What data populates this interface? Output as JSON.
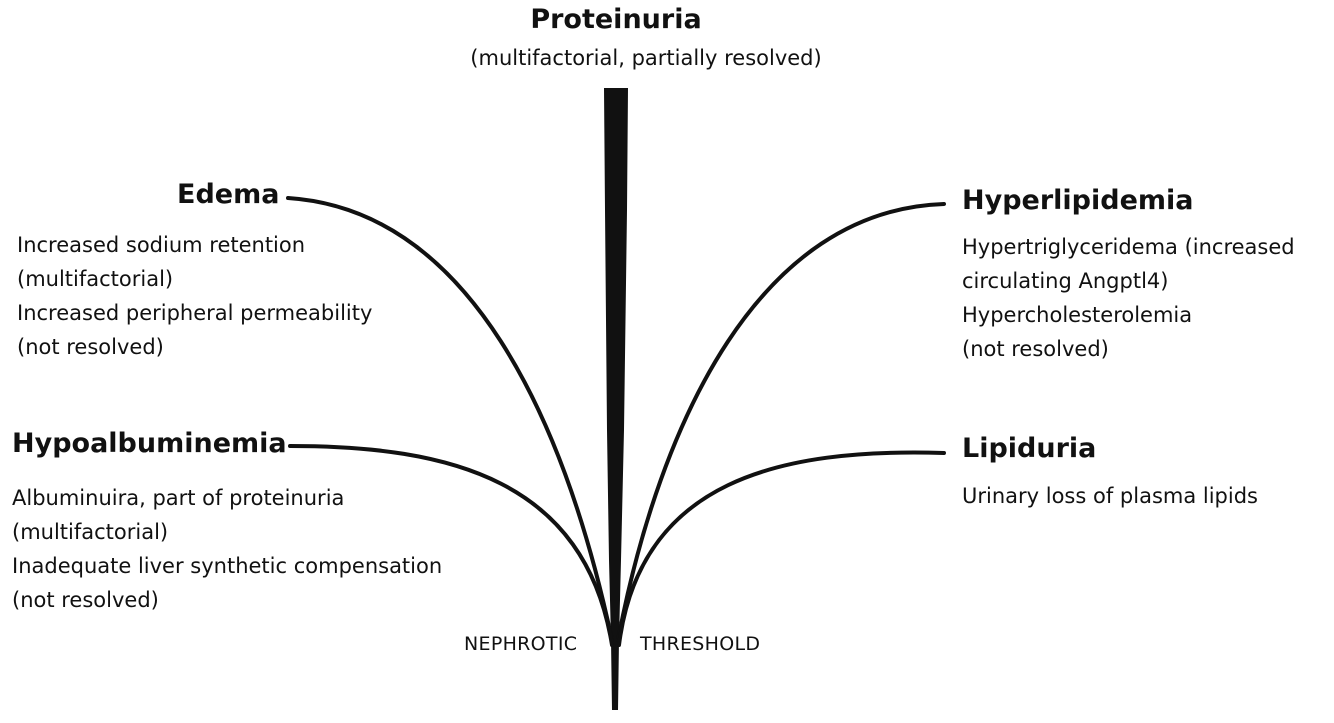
{
  "top": {
    "title": "Proteinuria",
    "subtitle": "(multifactorial, partially resolved)"
  },
  "edema": {
    "title": "Edema",
    "lines": [
      "Increased sodium retention",
      "(multifactorial)",
      "Increased peripheral permeability",
      "(not resolved)"
    ]
  },
  "hypoalbuminemia": {
    "title": "Hypoalbuminemia",
    "lines": [
      "Albuminuira, part of proteinuria",
      "(multifactorial)",
      "Inadequate liver synthetic compensation",
      "(not resolved)"
    ]
  },
  "hyperlipidemia": {
    "title": "Hyperlipidemia",
    "lines": [
      "Hypertriglyceridema (increased",
      "circulating Angptl4)",
      "Hypercholesterolemia",
      "(not resolved)"
    ]
  },
  "lipiduria": {
    "title": "Lipiduria",
    "lines": [
      "Urinary loss of plasma lipids"
    ]
  },
  "threshold": {
    "left": "NEPHROTIC",
    "right": "THRESHOLD"
  },
  "colors": {
    "ink": "#111111",
    "background": "#ffffff"
  }
}
